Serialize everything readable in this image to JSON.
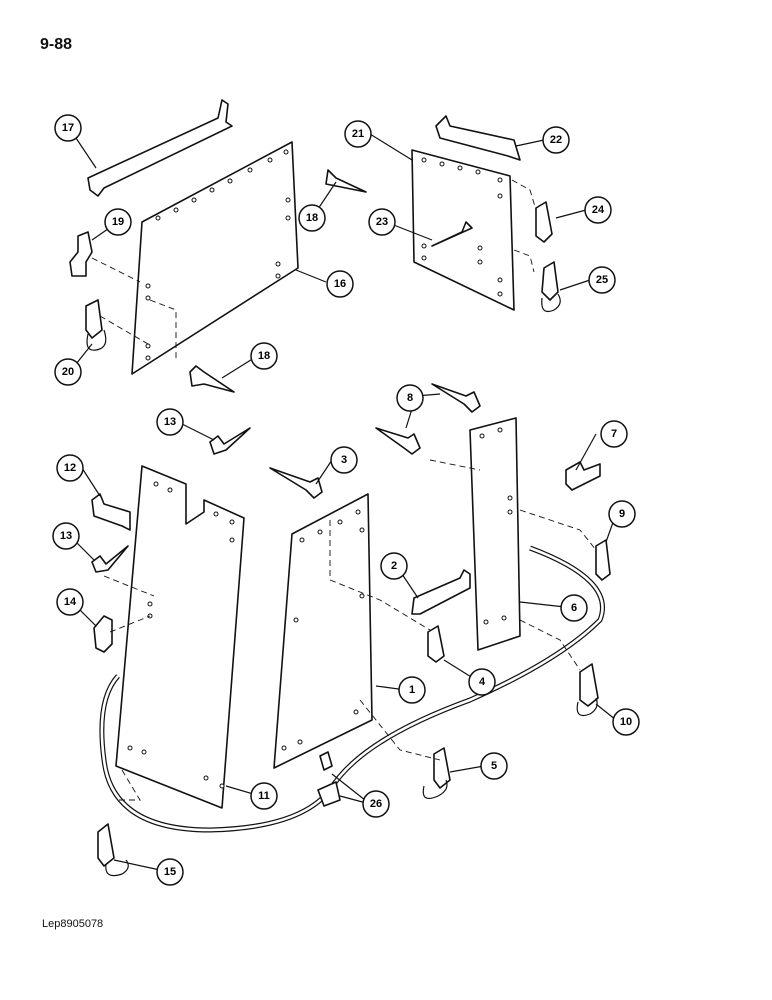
{
  "page": {
    "number": "9-88",
    "reference": "Lep8905078"
  },
  "callouts": [
    "1",
    "2",
    "3",
    "4",
    "5",
    "6",
    "7",
    "8",
    "9",
    "10",
    "11",
    "12",
    "13",
    "13",
    "14",
    "15",
    "16",
    "17",
    "18",
    "18",
    "19",
    "20",
    "21",
    "22",
    "23",
    "24",
    "25",
    "26"
  ]
}
